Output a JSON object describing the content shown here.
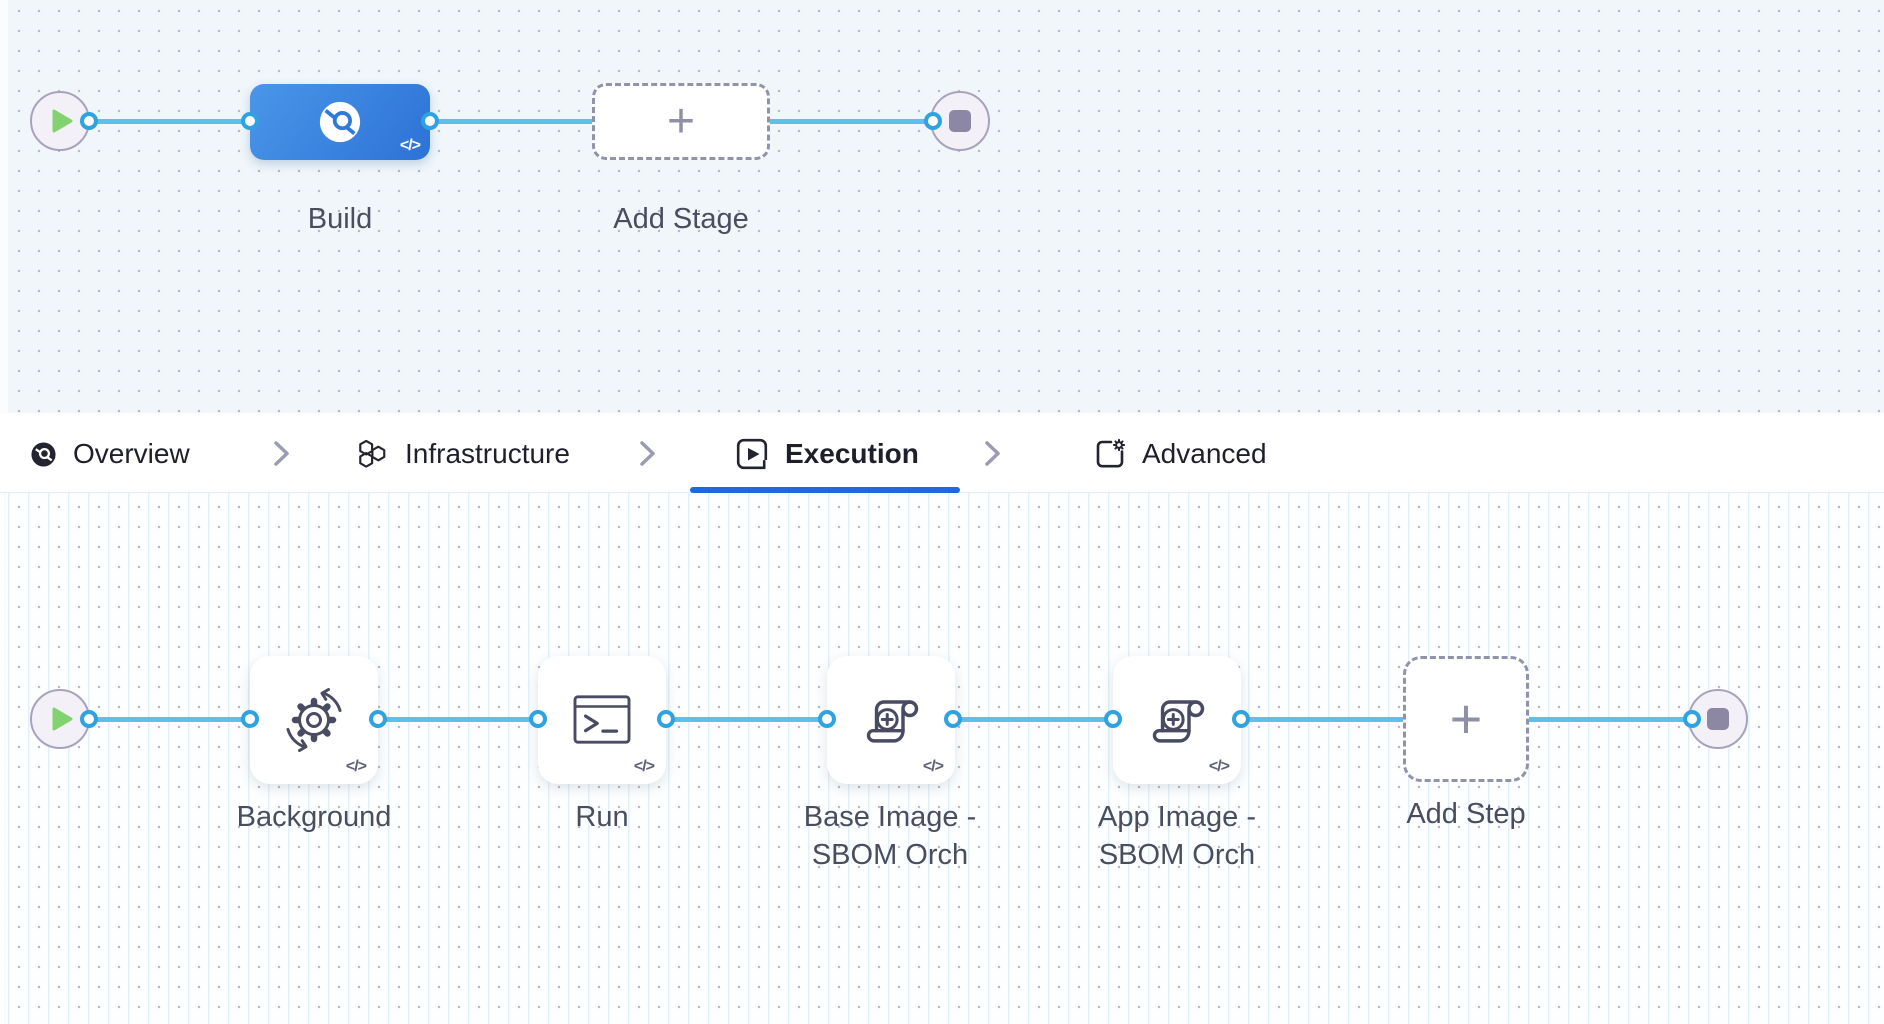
{
  "stage_canvas": {
    "stage": {
      "label": "Build"
    },
    "add_stage": {
      "label": "Add Stage",
      "plus_glyph": "+"
    },
    "code_glyph": "</>"
  },
  "tab_bar": {
    "tabs": [
      {
        "label": "Overview",
        "active": false
      },
      {
        "label": "Infrastructure",
        "active": false
      },
      {
        "label": "Execution",
        "active": true
      },
      {
        "label": "Advanced",
        "active": false
      }
    ]
  },
  "step_canvas": {
    "steps": [
      {
        "label": "Background"
      },
      {
        "label": "Run"
      },
      {
        "label": "Base Image - SBOM Orch"
      },
      {
        "label": "App Image - SBOM Orch"
      }
    ],
    "add_step": {
      "label": "Add Step",
      "plus_glyph": "+"
    },
    "code_glyph": "</>"
  },
  "colors": {
    "accent_blue": "#2168e0",
    "connector_blue": "#5ac0ec",
    "stage_blue": "#3380de",
    "play_green": "#82d36f",
    "node_purple": "#8c87a3"
  }
}
